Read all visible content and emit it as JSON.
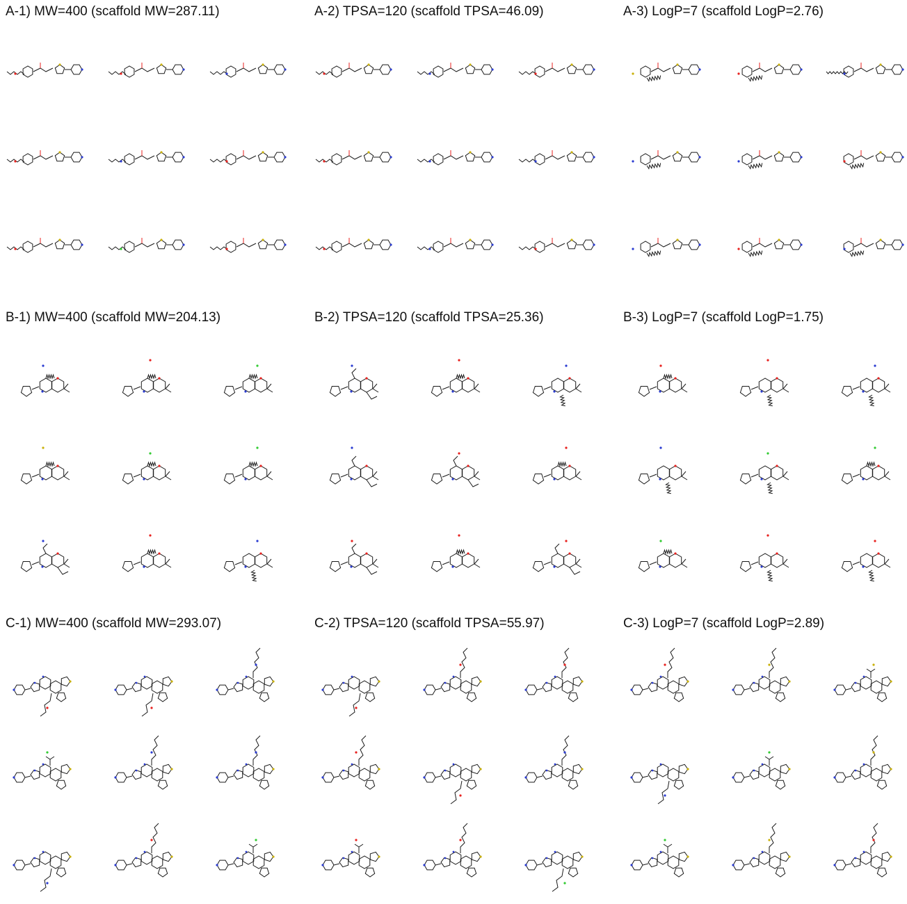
{
  "figure": {
    "colors": {
      "bond": "#1a1a1a",
      "oxygen": "#e8221f",
      "nitrogen": "#2a3bd1",
      "sulfur": "#c9b10a",
      "halogen": "#33cc33"
    },
    "panels": [
      {
        "title": "A-1) MW=400 (scaffold MW=287.11)",
        "scaffold": "thiazole-pyridine",
        "molecules": [
          {
            "tail": "short",
            "hetero": "O"
          },
          {
            "tail": "short",
            "hetero": "O"
          },
          {
            "tail": "short",
            "hetero": "N"
          },
          {
            "tail": "short",
            "hetero": "O"
          },
          {
            "tail": "short",
            "hetero": "N"
          },
          {
            "tail": "short",
            "hetero": "O"
          },
          {
            "tail": "short",
            "hetero": "O"
          },
          {
            "tail": "short",
            "hetero": "Cl"
          },
          {
            "tail": "short",
            "hetero": "O"
          }
        ]
      },
      {
        "title": "A-2) TPSA=120 (scaffold TPSA=46.09)",
        "scaffold": "thiazole-pyridine",
        "molecules": [
          {
            "tail": "short",
            "hetero": "O"
          },
          {
            "tail": "short",
            "hetero": "N"
          },
          {
            "tail": "short",
            "hetero": "O"
          },
          {
            "tail": "short",
            "hetero": "O"
          },
          {
            "tail": "short",
            "hetero": "N"
          },
          {
            "tail": "short",
            "hetero": "N"
          },
          {
            "tail": "short",
            "hetero": "O"
          },
          {
            "tail": "short",
            "hetero": "N"
          },
          {
            "tail": "short",
            "hetero": "O"
          }
        ]
      },
      {
        "title": "A-3) LogP=7 (scaffold LogP=2.76)",
        "scaffold": "thiazole-pyridine",
        "molecules": [
          {
            "tail": "long",
            "hetero": "S"
          },
          {
            "tail": "long",
            "hetero": "O"
          },
          {
            "tail": "flat",
            "hetero": "N"
          },
          {
            "tail": "long",
            "hetero": "N"
          },
          {
            "tail": "long",
            "hetero": "N"
          },
          {
            "tail": "long",
            "hetero": "O"
          },
          {
            "tail": "long",
            "hetero": "N"
          },
          {
            "tail": "long",
            "hetero": "O"
          },
          {
            "tail": "long",
            "hetero": "N"
          }
        ]
      },
      {
        "title": "B-1) MW=400 (scaffold MW=204.13)",
        "scaffold": "pyrano-pyridine",
        "molecules": [
          {
            "tail": "up",
            "hetero": "N"
          },
          {
            "tail": "up",
            "hetero": "O"
          },
          {
            "tail": "up",
            "hetero": "Cl"
          },
          {
            "tail": "up",
            "hetero": "S"
          },
          {
            "tail": "up",
            "hetero": "Br"
          },
          {
            "tail": "up",
            "hetero": "Cl"
          },
          {
            "tail": "short",
            "hetero": "N"
          },
          {
            "tail": "up",
            "hetero": "O"
          },
          {
            "tail": "down",
            "hetero": "N"
          }
        ]
      },
      {
        "title": "B-2) TPSA=120 (scaffold TPSA=25.36)",
        "scaffold": "pyrano-pyridine",
        "molecules": [
          {
            "tail": "short",
            "hetero": "N"
          },
          {
            "tail": "up",
            "hetero": "O"
          },
          {
            "tail": "down",
            "hetero": "N"
          },
          {
            "tail": "short",
            "hetero": "N"
          },
          {
            "tail": "short",
            "hetero": "O"
          },
          {
            "tail": "up",
            "hetero": "O"
          },
          {
            "tail": "short",
            "hetero": "O"
          },
          {
            "tail": "up",
            "hetero": "O"
          },
          {
            "tail": "short",
            "hetero": "O"
          }
        ]
      },
      {
        "title": "B-3) LogP=7 (scaffold LogP=1.75)",
        "scaffold": "pyrano-pyridine",
        "molecules": [
          {
            "tail": "up",
            "hetero": "O"
          },
          {
            "tail": "down",
            "hetero": "O"
          },
          {
            "tail": "down",
            "hetero": "N"
          },
          {
            "tail": "down",
            "hetero": "N"
          },
          {
            "tail": "down",
            "hetero": "F"
          },
          {
            "tail": "up",
            "hetero": "F"
          },
          {
            "tail": "up",
            "hetero": "F"
          },
          {
            "tail": "down",
            "hetero": "O"
          },
          {
            "tail": "down",
            "hetero": "O"
          }
        ]
      },
      {
        "title": "C-1) MW=400 (scaffold MW=293.07)",
        "scaffold": "fused-triazolopyrimidine",
        "molecules": [
          {
            "tail": "down",
            "hetero": "O"
          },
          {
            "tail": "down",
            "hetero": "O"
          },
          {
            "tail": "up",
            "hetero": "N"
          },
          {
            "tail": "short",
            "hetero": "Cl"
          },
          {
            "tail": "up",
            "hetero": "N"
          },
          {
            "tail": "up",
            "hetero": "N"
          },
          {
            "tail": "down",
            "hetero": "N"
          },
          {
            "tail": "up",
            "hetero": "O"
          },
          {
            "tail": "short",
            "hetero": "F"
          }
        ]
      },
      {
        "title": "C-2) TPSA=120 (scaffold TPSA=55.97)",
        "scaffold": "fused-triazolopyrimidine",
        "molecules": [
          {
            "tail": "down",
            "hetero": "O"
          },
          {
            "tail": "up",
            "hetero": "O"
          },
          {
            "tail": "up",
            "hetero": "O"
          },
          {
            "tail": "up",
            "hetero": "O"
          },
          {
            "tail": "down",
            "hetero": "O"
          },
          {
            "tail": "up",
            "hetero": "N"
          },
          {
            "tail": "short",
            "hetero": "O"
          },
          {
            "tail": "up",
            "hetero": "O"
          },
          {
            "tail": "down",
            "hetero": "Cl"
          }
        ]
      },
      {
        "title": "C-3) LogP=7 (scaffold LogP=2.89)",
        "scaffold": "fused-triazolopyrimidine",
        "molecules": [
          {
            "tail": "up",
            "hetero": "O"
          },
          {
            "tail": "up",
            "hetero": "S"
          },
          {
            "tail": "short",
            "hetero": "S"
          },
          {
            "tail": "down",
            "hetero": "N"
          },
          {
            "tail": "short",
            "hetero": "Cl"
          },
          {
            "tail": "up",
            "hetero": "S"
          },
          {
            "tail": "short",
            "hetero": "Cl"
          },
          {
            "tail": "up",
            "hetero": "S"
          },
          {
            "tail": "up",
            "hetero": "O"
          }
        ]
      }
    ]
  }
}
